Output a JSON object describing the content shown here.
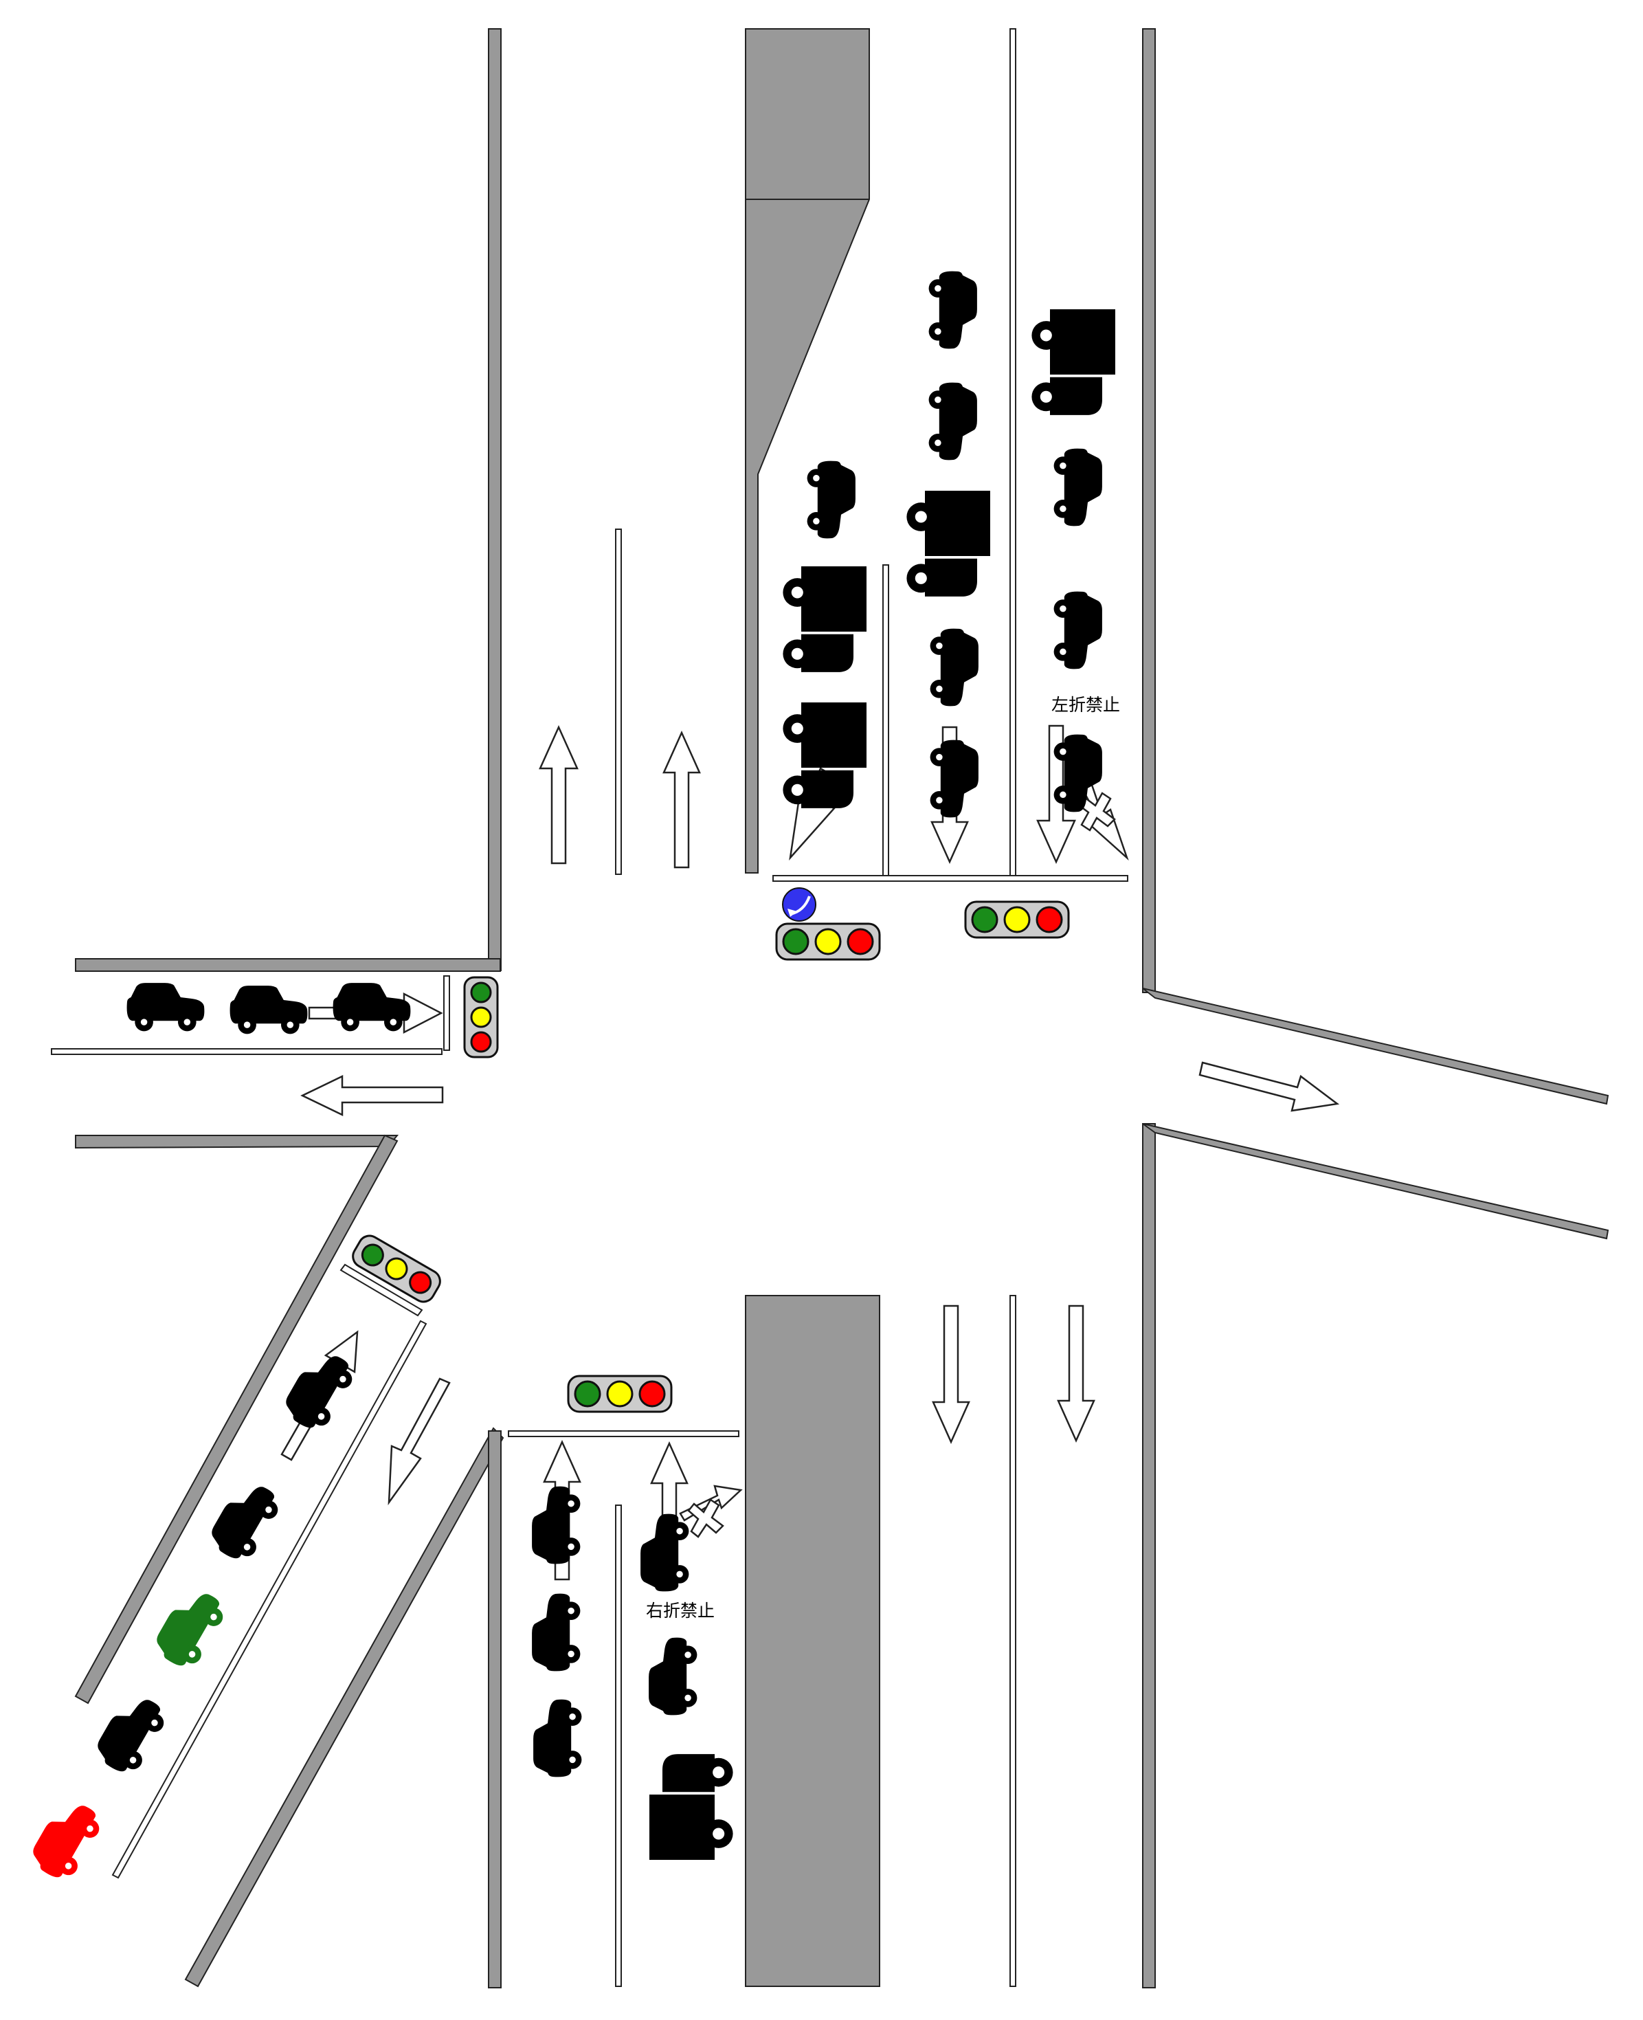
{
  "colors": {
    "curb": "#999999",
    "background": "#ffffff",
    "vehicle_default": "#000000",
    "vehicle_green": "#1a7a1a",
    "vehicle_red": "#ff0000",
    "signal_green": "#1a8c1a",
    "signal_yellow": "#ffff00",
    "signal_red": "#ff0000",
    "sign_blue": "#3333ee"
  },
  "signs": {
    "no_left_turn": "左折禁止",
    "no_right_turn": "右折禁止"
  },
  "icons": {
    "vehicle_car": "car-icon",
    "vehicle_truck": "truck-icon",
    "traffic_signal": "traffic-signal-icon",
    "lane_arrow": "arrow-icon",
    "prohibition_mark": "cross-out-icon",
    "direction_sign": "blue-left-turn-sign-icon"
  },
  "vehicles": [
    {
      "id": "n1",
      "kind": "car",
      "color": "#000000"
    },
    {
      "id": "n2",
      "kind": "car",
      "color": "#000000"
    },
    {
      "id": "n3",
      "kind": "car",
      "color": "#000000"
    },
    {
      "id": "n4",
      "kind": "truck",
      "color": "#000000"
    },
    {
      "id": "n5",
      "kind": "truck",
      "color": "#000000"
    },
    {
      "id": "n6",
      "kind": "truck",
      "color": "#000000"
    },
    {
      "id": "n7",
      "kind": "car",
      "color": "#000000"
    },
    {
      "id": "n8",
      "kind": "car",
      "color": "#000000"
    },
    {
      "id": "n9",
      "kind": "truck",
      "color": "#000000"
    },
    {
      "id": "n10",
      "kind": "car",
      "color": "#000000"
    },
    {
      "id": "n11",
      "kind": "car",
      "color": "#000000"
    },
    {
      "id": "n12",
      "kind": "car",
      "color": "#000000"
    },
    {
      "id": "w1",
      "kind": "car",
      "color": "#000000"
    },
    {
      "id": "w2",
      "kind": "car",
      "color": "#000000"
    },
    {
      "id": "w3",
      "kind": "car",
      "color": "#000000"
    },
    {
      "id": "s1",
      "kind": "car",
      "color": "#000000"
    },
    {
      "id": "s2",
      "kind": "car",
      "color": "#000000"
    },
    {
      "id": "s3",
      "kind": "car",
      "color": "#000000"
    },
    {
      "id": "s4",
      "kind": "car",
      "color": "#000000"
    },
    {
      "id": "s5",
      "kind": "car",
      "color": "#000000"
    },
    {
      "id": "s6",
      "kind": "truck",
      "color": "#000000"
    },
    {
      "id": "sw1",
      "kind": "car",
      "color": "#000000"
    },
    {
      "id": "sw2",
      "kind": "car",
      "color": "#000000"
    },
    {
      "id": "sw3",
      "kind": "car",
      "color": "#1a7a1a"
    },
    {
      "id": "sw4",
      "kind": "car",
      "color": "#000000"
    },
    {
      "id": "sw5",
      "kind": "car",
      "color": "#ff0000"
    }
  ]
}
